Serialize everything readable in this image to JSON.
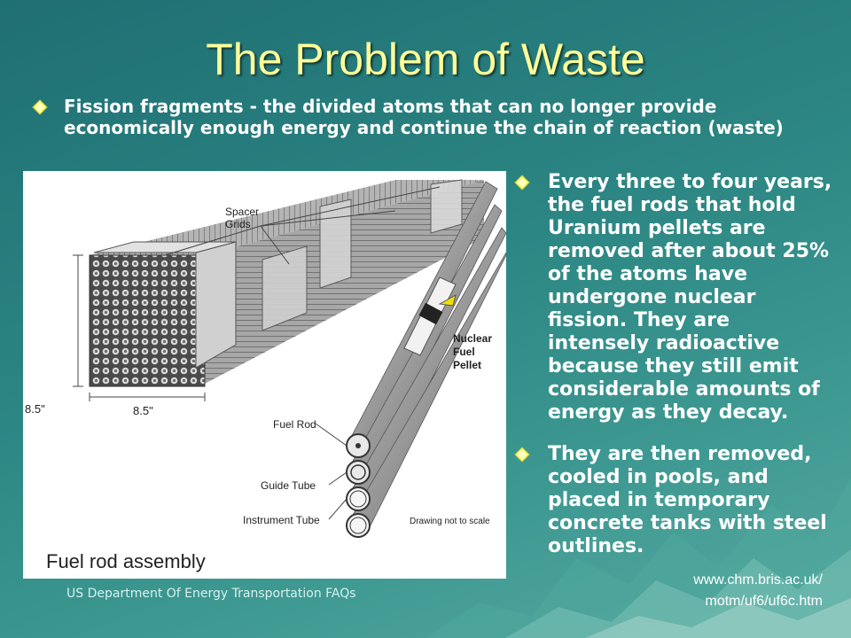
{
  "slide": {
    "title": "The Problem of Waste",
    "bullets": [
      {
        "text": "Fission fragments - the divided atoms that can no longer provide economically enough energy and continue the chain of reaction (waste)"
      },
      {
        "text": "Every three to four years, the fuel rods that hold Uranium pellets are removed after about 25% of the atoms have undergone nuclear fission. They are intensely radioactive because they still emit considerable amounts of energy as they decay."
      },
      {
        "text": "They are then removed, cooled in pools, and placed in temporary concrete tanks with steel outlines."
      }
    ],
    "bullet_icon": "diamond-bullet-icon",
    "colors": {
      "title": "#ffff99",
      "text": "#ffffff",
      "background": "#2c8683"
    }
  },
  "figure": {
    "caption": "Fuel rod assembly",
    "labels": {
      "spacer_grids_1": "Spacer",
      "spacer_grids_2": "Grids",
      "nuclear_1": "Nuclear",
      "nuclear_2": "Fuel",
      "nuclear_3": "Pellet",
      "fuel_rod": "Fuel Rod",
      "guide_tube": "Guide Tube",
      "instrument_tube": "Instrument Tube",
      "drawing_note": "Drawing not to scale",
      "dim_height": "8.5\"",
      "dim_width": "8.5\""
    }
  },
  "sources": {
    "left": "US Department Of Energy Transportation FAQs",
    "right_line1": "www.chm.bris.ac.uk/",
    "right_line2": "motm/uf6/uf6c.htm"
  }
}
